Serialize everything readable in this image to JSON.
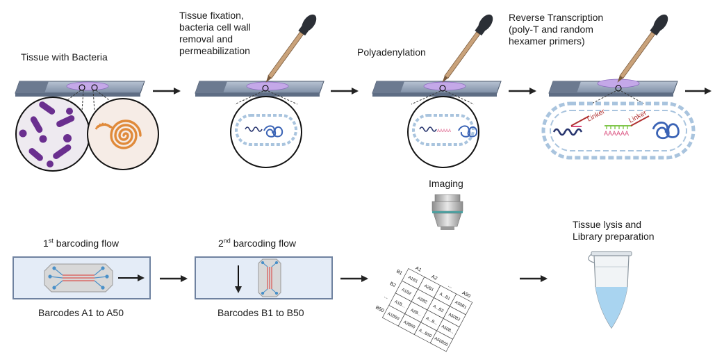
{
  "colors": {
    "slide": "#7f8fa6",
    "slide_dark": "#4d5a6e",
    "tissue": "#c4a8e8",
    "bacteria": "#6a2f8f",
    "spiral": "#e08a3a",
    "flow_box": "#e4ecf7",
    "flow_border": "#6f82a0",
    "chip_red": "#d9534f",
    "chip_blue": "#4a90c8",
    "arrow": "#222222",
    "dropper_bulb": "#2b2f36",
    "tube_liquid": "#a9d4f0",
    "linker": "#b03030",
    "polyA": "#d94a7a",
    "primer": "#7fc64a",
    "rna": "#28356e",
    "dna": "#3a63b5"
  },
  "steps": {
    "tissue_with_bacteria": "Tissue with Bacteria",
    "fixation": [
      "Tissue fixation,",
      "bacteria cell wall",
      "removal and",
      "permeabilization"
    ],
    "polyadenylation": "Polyadenylation",
    "reverse_transcription": [
      "Reverse Transcription",
      "(poly-T and random",
      "hexamer primers)"
    ],
    "imaging": "Imaging",
    "lysis": [
      "Tissue lysis and",
      "Library preparation"
    ]
  },
  "flows": {
    "first": {
      "ordinal": "1",
      "suffix": "st",
      "title": " barcoding flow",
      "caption": "Barcodes A1 to A50"
    },
    "second": {
      "ordinal": "2",
      "suffix": "nd",
      "title": " barcoding flow",
      "caption": "Barcodes B1 to B50"
    }
  },
  "linker_label": "Linker",
  "grid": {
    "col_headers": [
      "A1",
      "A2",
      "...",
      "A50"
    ],
    "row_headers": [
      "B1",
      "B2",
      "...",
      "B50"
    ],
    "cells": [
      [
        "A1B1",
        "A2B1",
        "A...B1",
        "A50B1"
      ],
      [
        "A1B2",
        "A2B2",
        "A...B2",
        "A50B2"
      ],
      [
        "A1B...",
        "A2B...",
        "A...B...",
        "A50B..."
      ],
      [
        "A1B50",
        "A2B50",
        "A...B50",
        "A50B50"
      ]
    ]
  }
}
